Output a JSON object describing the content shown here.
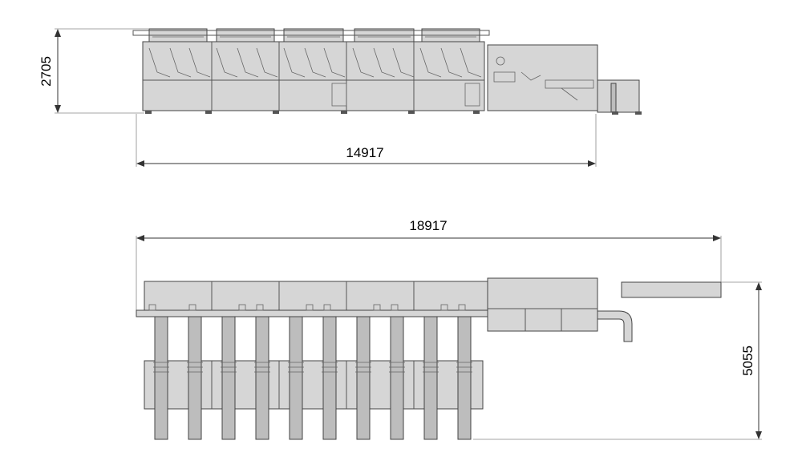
{
  "dimensions": {
    "side_height": "2705",
    "side_length": "14917",
    "top_length": "18917",
    "top_width": "5055"
  },
  "colors": {
    "machine_fill": "#d6d6d6",
    "outline": "#444444",
    "dimension_line": "#333333"
  }
}
